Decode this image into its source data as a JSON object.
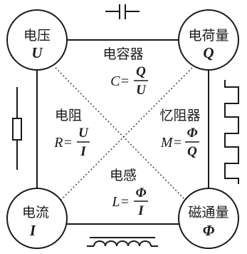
{
  "nodes": {
    "voltage": {
      "label": "电压",
      "symbol": "U"
    },
    "charge": {
      "label": "电荷量",
      "symbol": "Q"
    },
    "current": {
      "label": "电流",
      "symbol": "I"
    },
    "flux": {
      "label": "磁通量",
      "symbol": "Φ"
    }
  },
  "relations": {
    "capacitance": {
      "label": "电容器",
      "lhs": "C=",
      "num": "Q",
      "den": "U"
    },
    "resistance": {
      "label": "电阻",
      "lhs": "R=",
      "num": "U",
      "den": "I"
    },
    "memristance": {
      "label": "忆阻器",
      "lhs": "M=",
      "num": "Φ",
      "den": "Q"
    },
    "inductance": {
      "label": "电感",
      "lhs": "L=",
      "num": "Φ",
      "den": "I"
    }
  },
  "colors": {
    "ink": "#1a1a1a",
    "background": "#ffffff"
  },
  "icons": {
    "capacitor": "capacitor-symbol",
    "resistor": "resistor-symbol",
    "inductor": "inductor-coil-symbol",
    "memristor": "memristor-zigzag-symbol"
  }
}
